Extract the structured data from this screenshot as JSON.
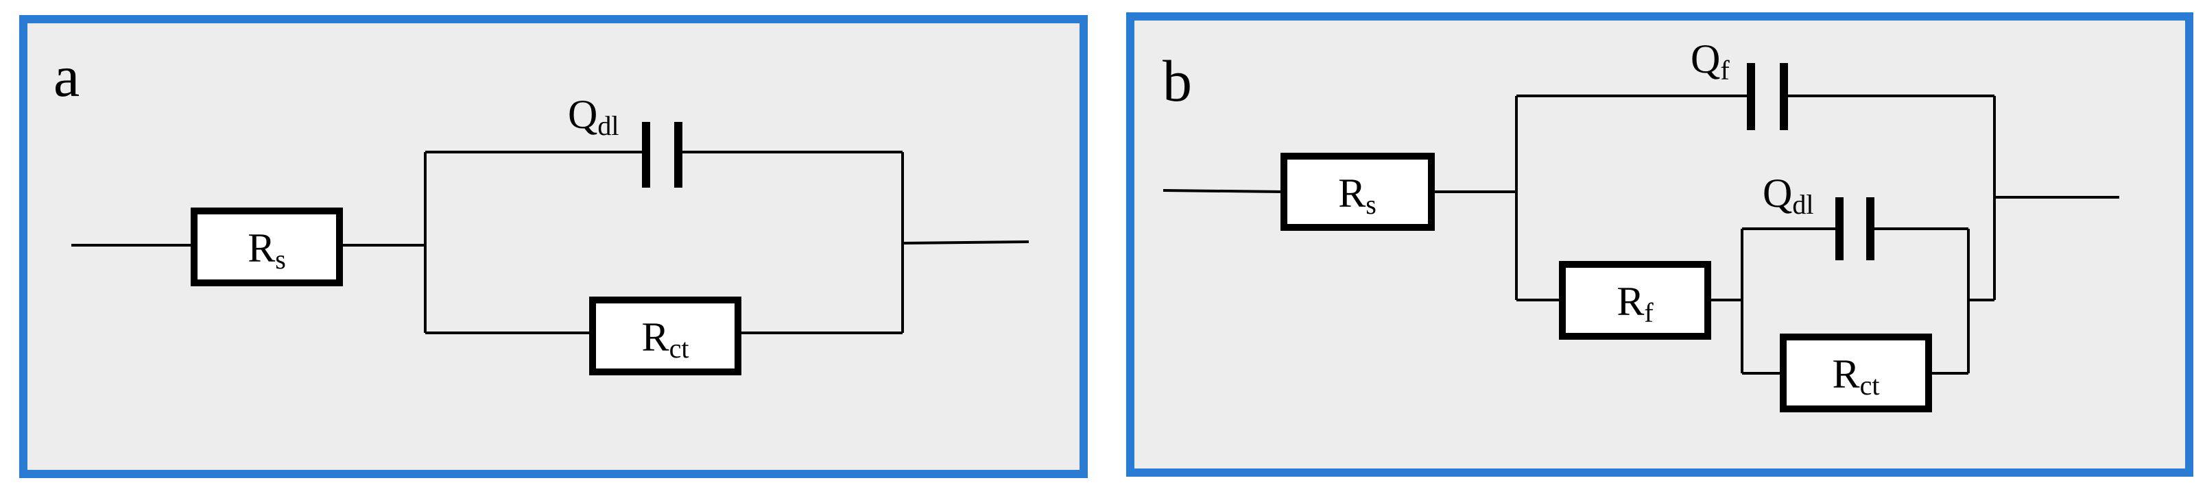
{
  "panels": [
    {
      "letter": "a",
      "components": {
        "rs": {
          "main": "R",
          "sub": "s"
        },
        "qdl": {
          "main": "Q",
          "sub": "dl"
        },
        "rct": {
          "main": "R",
          "sub": "ct"
        }
      }
    },
    {
      "letter": "b",
      "components": {
        "rs": {
          "main": "R",
          "sub": "s"
        },
        "qf": {
          "main": "Q",
          "sub": "f"
        },
        "rf": {
          "main": "R",
          "sub": "f"
        },
        "qdl": {
          "main": "Q",
          "sub": "dl"
        },
        "rct": {
          "main": "R",
          "sub": "ct"
        }
      }
    }
  ],
  "colors": {
    "frame": "#2a7bd4",
    "background": "#ededed"
  }
}
